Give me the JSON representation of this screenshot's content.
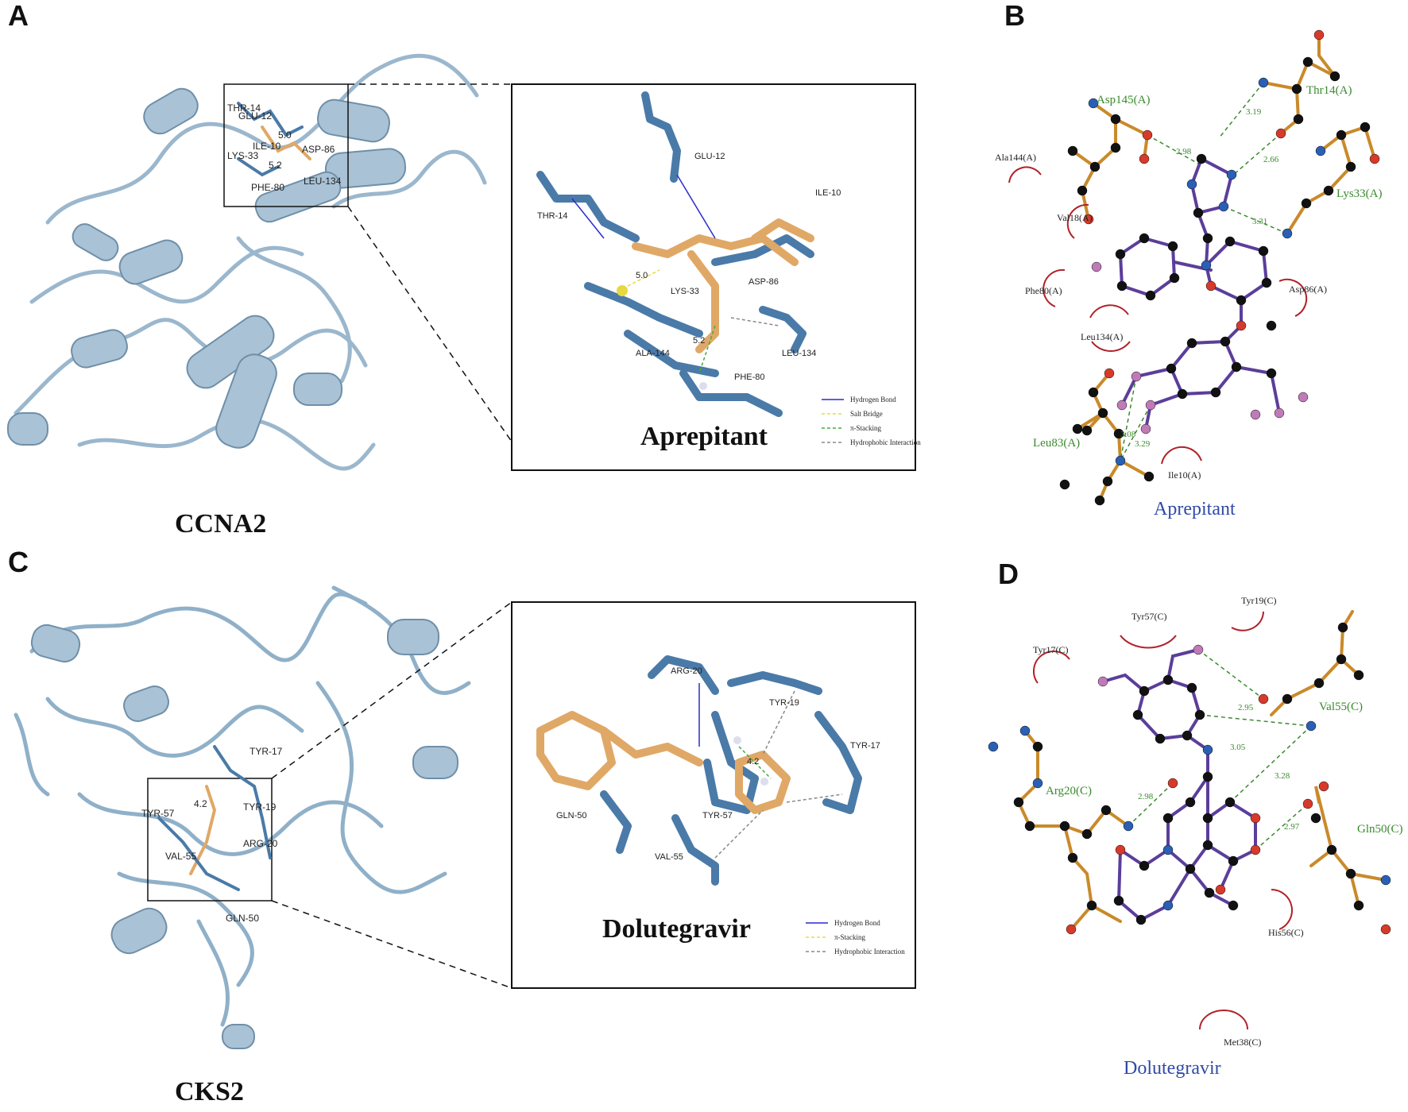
{
  "panels": {
    "A": {
      "letter": "A",
      "protein": "CCNA2",
      "ligand": "Aprepitant",
      "overview_labels": [
        "THR-14",
        "GLU-12",
        "ILE-10",
        "ASP-86",
        "LYS-33",
        "5.0",
        "5.2",
        "PHE-80",
        "LEU-134"
      ],
      "zoom_labels": [
        "GLU-12",
        "ILE-10",
        "THR-14",
        "5.0",
        "LYS-33",
        "ASP-86",
        "5.2",
        "ALA-144",
        "LEU-134",
        "PHE-80"
      ],
      "legend": [
        "Hydrogen Bond",
        "Salt Bridge",
        "π-Stacking",
        "Hydrophobic Interaction"
      ]
    },
    "B": {
      "letter": "B",
      "ligand": "Aprepitant",
      "hbond_residues": [
        "Asp145(A)",
        "Thr14(A)",
        "Lys33(A)",
        "Leu83(A)"
      ],
      "hydrophobic_residues": [
        "Ala144(A)",
        "Val18(A)",
        "Phe80(A)",
        "Asp86(A)",
        "Leu134(A)",
        "Ile10(A)"
      ],
      "distances": [
        "3.19",
        "2.98",
        "2.66",
        "3.31",
        "3.08",
        "3.29"
      ]
    },
    "C": {
      "letter": "C",
      "protein": "CKS2",
      "ligand": "Dolutegravir",
      "overview_labels": [
        "TYR-17",
        "TYR-57",
        "4.2",
        "TYR-19",
        "ARG-20",
        "VAL-55",
        "GLN-50"
      ],
      "zoom_labels": [
        "ARG-20",
        "TYR-19",
        "TYR-17",
        "4.2",
        "GLN-50",
        "TYR-57",
        "VAL-55"
      ],
      "legend": [
        "Hydrogen Bond",
        "π-Stacking",
        "Hydrophobic Interaction"
      ]
    },
    "D": {
      "letter": "D",
      "ligand": "Dolutegravir",
      "hbond_residues": [
        "Val55(C)",
        "Arg20(C)",
        "Gln50(C)"
      ],
      "hydrophobic_residues": [
        "Tyr57(C)",
        "Tyr19(C)",
        "Tyr17(C)",
        "His56(C)",
        "Met38(C)"
      ],
      "distances": [
        "2.95",
        "3.05",
        "3.28",
        "2.98",
        "2.97"
      ]
    }
  },
  "colors": {
    "protein_ribbon": "#9bb7cd",
    "residue_stick": "#4a7aa8",
    "ligand_stick": "#e0a866",
    "oxygen": "#d63a2a",
    "nitrogen": "#2a5fb4",
    "hbond": "#2a2ad0",
    "salt_bridge": "#e8d840",
    "pi_stack": "#44aa44",
    "hydrophobic": "#888888",
    "ligplot_bond": "#5b3e9a",
    "ligplot_res_bond": "#c98a2a",
    "ligplot_hydrophobic": "#b0222a",
    "ligplot_hbond": "#3a8a2e"
  }
}
